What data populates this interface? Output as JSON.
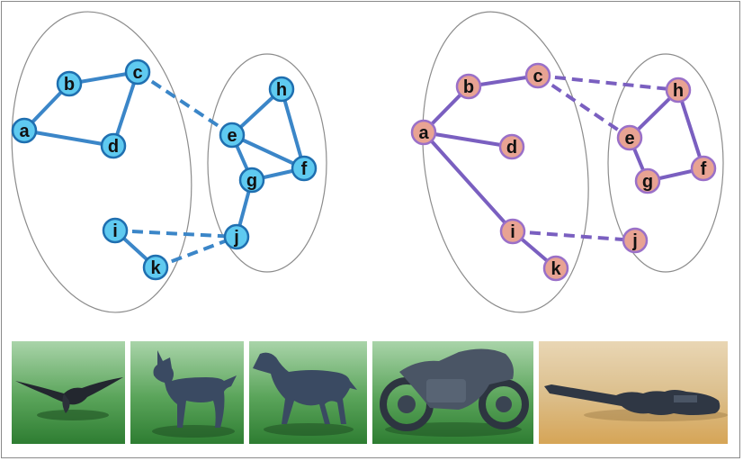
{
  "graphs": [
    {
      "id": "left",
      "style": {
        "edge": "#3b86c8",
        "node_fill": "#5fcaf0",
        "node_stroke": "#1f6fb0"
      },
      "nodes": [
        "a",
        "b",
        "c",
        "d",
        "e",
        "f",
        "g",
        "h",
        "i",
        "j",
        "k"
      ],
      "edges": [
        {
          "from": "a",
          "to": "b",
          "dashed": false
        },
        {
          "from": "b",
          "to": "c",
          "dashed": false
        },
        {
          "from": "c",
          "to": "d",
          "dashed": false
        },
        {
          "from": "a",
          "to": "d",
          "dashed": false
        },
        {
          "from": "c",
          "to": "e",
          "dashed": true
        },
        {
          "from": "e",
          "to": "h",
          "dashed": false
        },
        {
          "from": "h",
          "to": "f",
          "dashed": false
        },
        {
          "from": "e",
          "to": "f",
          "dashed": false
        },
        {
          "from": "e",
          "to": "g",
          "dashed": false
        },
        {
          "from": "g",
          "to": "f",
          "dashed": false
        },
        {
          "from": "g",
          "to": "j",
          "dashed": false
        },
        {
          "from": "i",
          "to": "j",
          "dashed": true
        },
        {
          "from": "i",
          "to": "k",
          "dashed": false
        },
        {
          "from": "k",
          "to": "j",
          "dashed": true
        }
      ]
    },
    {
      "id": "right",
      "style": {
        "edge": "#7a5fc0",
        "node_fill": "#e8a393",
        "node_stroke": "#9a70c8"
      },
      "nodes": [
        "a",
        "b",
        "c",
        "d",
        "e",
        "f",
        "g",
        "h",
        "i",
        "j",
        "k"
      ],
      "edges": [
        {
          "from": "a",
          "to": "b",
          "dashed": false
        },
        {
          "from": "b",
          "to": "c",
          "dashed": false
        },
        {
          "from": "a",
          "to": "d",
          "dashed": false
        },
        {
          "from": "c",
          "to": "h",
          "dashed": true
        },
        {
          "from": "c",
          "to": "e",
          "dashed": true
        },
        {
          "from": "e",
          "to": "h",
          "dashed": false
        },
        {
          "from": "h",
          "to": "f",
          "dashed": false
        },
        {
          "from": "e",
          "to": "g",
          "dashed": false
        },
        {
          "from": "g",
          "to": "f",
          "dashed": false
        },
        {
          "from": "a",
          "to": "i",
          "dashed": false
        },
        {
          "from": "i",
          "to": "k",
          "dashed": false
        },
        {
          "from": "i",
          "to": "j",
          "dashed": true
        }
      ]
    }
  ],
  "thumbnails": [
    {
      "subject": "bird",
      "background": "green"
    },
    {
      "subject": "dog",
      "background": "green"
    },
    {
      "subject": "horse",
      "background": "green"
    },
    {
      "subject": "motorcycle",
      "background": "green"
    },
    {
      "subject": "violin",
      "background": "beige"
    }
  ]
}
